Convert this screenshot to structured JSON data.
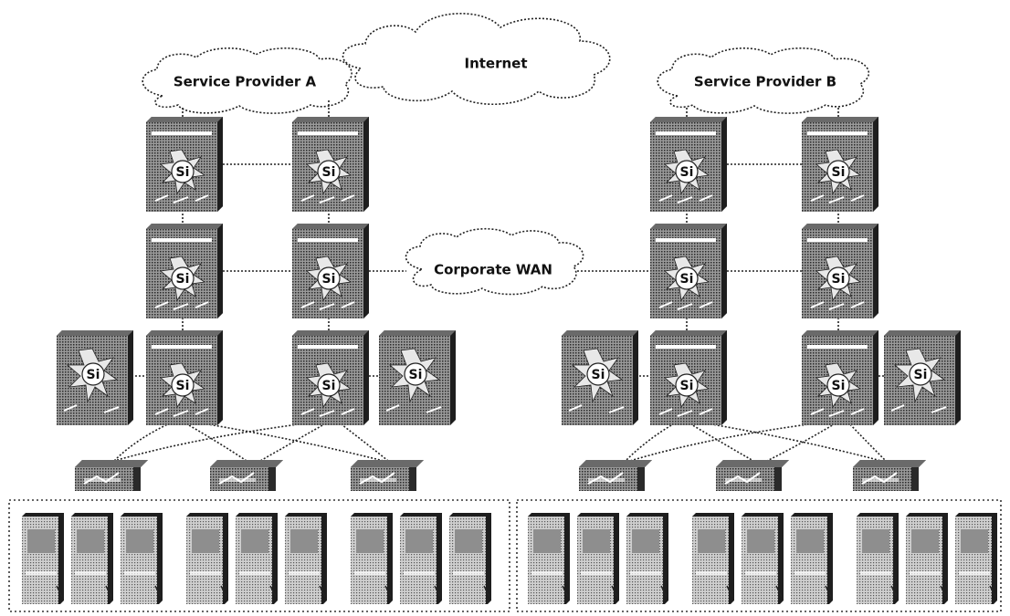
{
  "clouds": {
    "internet": "Internet",
    "provider_a": "Service Provider A",
    "provider_b": "Service Provider B",
    "corporate_wan": "Corporate WAN"
  },
  "switch_badge": "Si",
  "colors": {
    "switch_fill": "#8a8a8a",
    "switch_dark": "#3a3a3a",
    "server_fill": "#b8b8b8",
    "line": "#222222"
  },
  "icons": [
    "cloud-icon",
    "multilayer-switch-icon",
    "workgroup-switch-icon",
    "server-icon"
  ]
}
